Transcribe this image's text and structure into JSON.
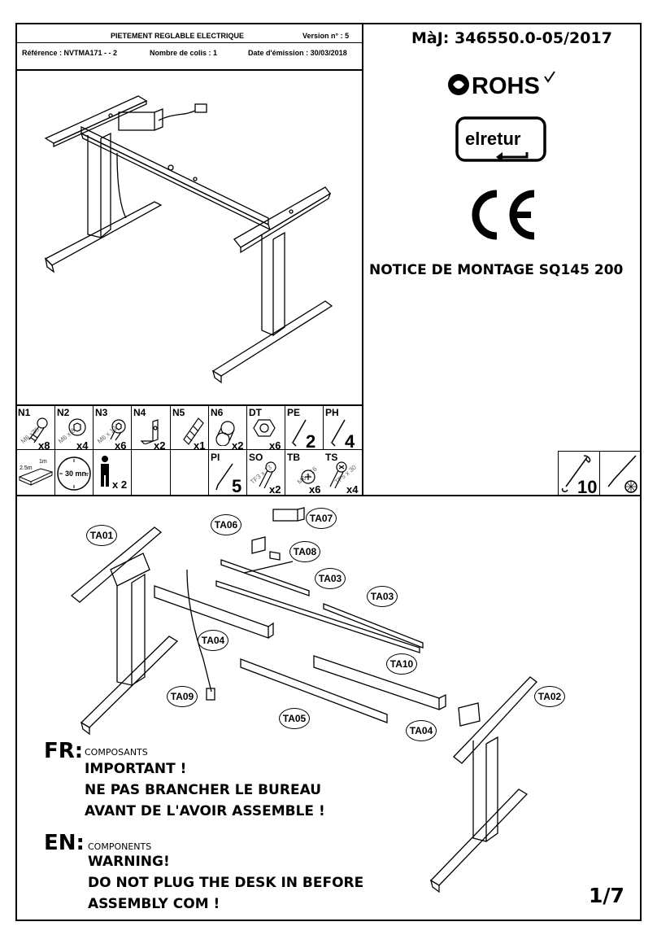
{
  "header": {
    "title": "PIETEMENT REGLABLE ELECTRIQUE",
    "version": "Version n° : 5",
    "reference": "Référence : NVTMA171 - - 2",
    "packages": "Nombre de colis : 1",
    "issue_date": "Date d'émission : 30/03/2018"
  },
  "update_ref": "MàJ: 346550.0-05/2017",
  "certifications": {
    "rohs": "ROHS",
    "elretur": "elretur",
    "ce": "CE"
  },
  "notice_title": "NOTICE DE MONTAGE SQ145 200",
  "hardware": [
    {
      "code": "N1",
      "spec": "M6 x35",
      "qty": "x8"
    },
    {
      "code": "N2",
      "spec": "M6 x 8",
      "qty": "x4"
    },
    {
      "code": "N3",
      "spec": "M6 x 12",
      "qty": "x6"
    },
    {
      "code": "N4",
      "spec": "",
      "qty": "x2"
    },
    {
      "code": "N5",
      "spec": "",
      "qty": "x1"
    },
    {
      "code": "N6",
      "spec": "",
      "qty": "x2"
    },
    {
      "code": "DT",
      "spec": "",
      "qty": "x6"
    },
    {
      "code": "PE",
      "spec": "",
      "qty": "2"
    },
    {
      "code": "PH",
      "spec": "",
      "qty": "4"
    }
  ],
  "hardware_row2": [
    {
      "code": "PI",
      "spec": "",
      "qty": "5"
    },
    {
      "code": "SO",
      "spec": "TF3 x 13",
      "qty": "x2"
    },
    {
      "code": "TB",
      "spec": "M6 x 16",
      "qty": "x6"
    },
    {
      "code": "TS",
      "spec": "TF5 x 30",
      "qty": "x4"
    }
  ],
  "tools_row": {
    "length_2m": "2.5m",
    "length_1m": "1m",
    "time": "30 mn.",
    "persons": "x 2",
    "wrench_size": "10"
  },
  "parts": [
    "TA01",
    "TA06",
    "TA07",
    "TA08",
    "TA03",
    "TA03",
    "TA04",
    "TA10",
    "TA09",
    "TA02",
    "TA05",
    "TA04"
  ],
  "fr": {
    "lang": "FR:",
    "subtitle": "COMPOSANTS",
    "line1": "IMPORTANT !",
    "line2": "NE PAS BRANCHER LE BUREAU",
    "line3": "AVANT DE L'AVOIR ASSEMBLE !"
  },
  "en": {
    "lang": "EN:",
    "subtitle": "COMPONENTS",
    "line1": "WARNING!",
    "line2": "DO NOT PLUG THE DESK IN BEFORE",
    "line3": "ASSEMBLY COM !"
  },
  "page_number": "1/7"
}
